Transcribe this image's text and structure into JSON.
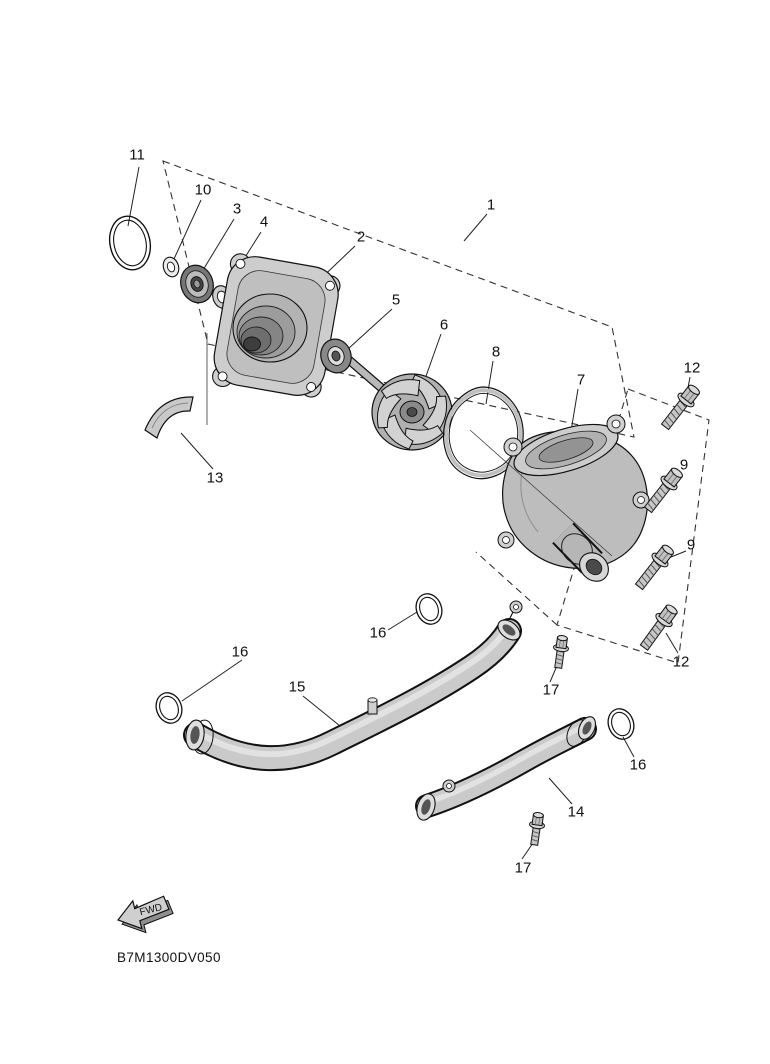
{
  "diagram": {
    "code": "B7M1300DV050",
    "fwd_label": "FWD",
    "callouts": [
      {
        "label": "11"
      },
      {
        "label": "10"
      },
      {
        "label": "3"
      },
      {
        "label": "4"
      },
      {
        "label": "2"
      },
      {
        "label": "1"
      },
      {
        "label": "5"
      },
      {
        "label": "6"
      },
      {
        "label": "8"
      },
      {
        "label": "7"
      },
      {
        "label": "12"
      },
      {
        "label": "9"
      },
      {
        "label": "9"
      },
      {
        "label": "13"
      },
      {
        "label": "16"
      },
      {
        "label": "16"
      },
      {
        "label": "15"
      },
      {
        "label": "17"
      },
      {
        "label": "12"
      },
      {
        "label": "16"
      },
      {
        "label": "14"
      },
      {
        "label": "17"
      }
    ]
  }
}
